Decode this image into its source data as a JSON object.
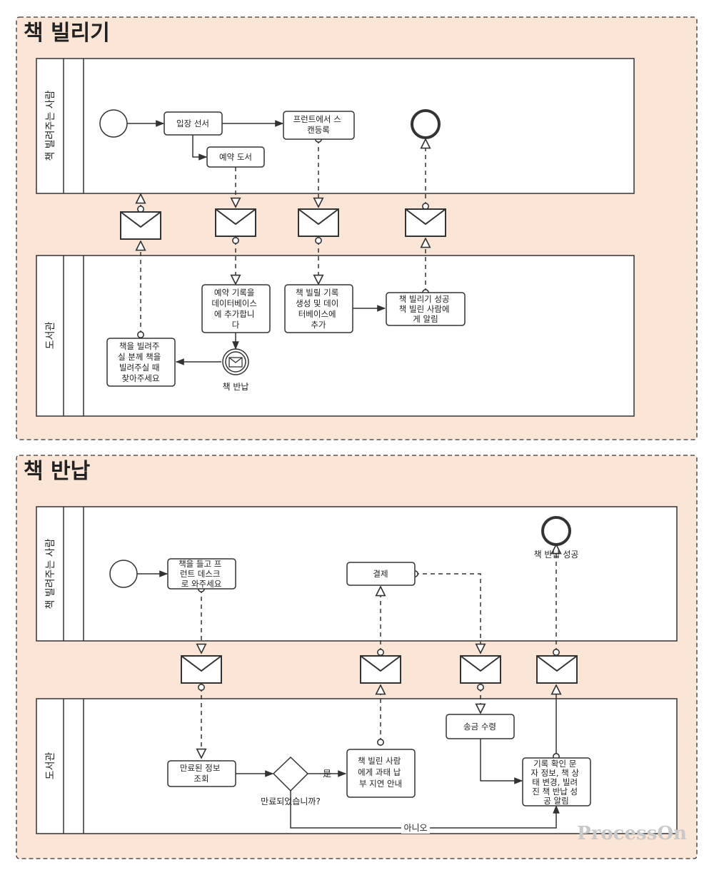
{
  "colors": {
    "section_bg": "#fbe5d6",
    "stroke": "#333333",
    "box_fill": "#ffffff",
    "watermark": "#c8c8c8"
  },
  "section1": {
    "title": "책 빌리기",
    "lane_top": "책 빌려주는 사람",
    "lane_bottom": "도서관",
    "nodes": {
      "enter": "입장 선서",
      "reserve": "예약 도서",
      "scan": [
        "프런트에서 스",
        "캔등록"
      ],
      "db_add": [
        "예약 기록을",
        "데이터베이스",
        "에 추가합니",
        "다"
      ],
      "record": [
        "책 빌릴 기록",
        "생성 및 데이",
        "터베이스에",
        "추가"
      ],
      "notify": [
        "책 빌리기 성공",
        "책 빌린 사람에",
        "게 알림"
      ],
      "find": [
        "책을 빌려주",
        "실 분께 책을",
        "빌려주실 때",
        "찾아주세요"
      ],
      "event_label": "책 반납"
    }
  },
  "section2": {
    "title": "책 반납",
    "lane_top": "책 빌려주는 사람",
    "lane_bottom": "도서관",
    "nodes": {
      "bring": [
        "책을 들고 프",
        "런트 데스크",
        "로 와주세요"
      ],
      "pay": "결제",
      "end_label": "책 반납 성공",
      "lookup": [
        "만료된 정보",
        "조회"
      ],
      "gateway_label": "만료되었습니까?",
      "yes": "是",
      "no": "아니오",
      "notice": [
        "책 빌린 사람",
        "에게 과태 납",
        "부 지연 안내"
      ],
      "receive": "송금 수령",
      "confirm": [
        "기록 확인 문",
        "자 정보, 책 상",
        "태 변경, 빌려",
        "진 책 반납 성",
        "공 알림"
      ]
    }
  },
  "watermark": "ProcessOn"
}
